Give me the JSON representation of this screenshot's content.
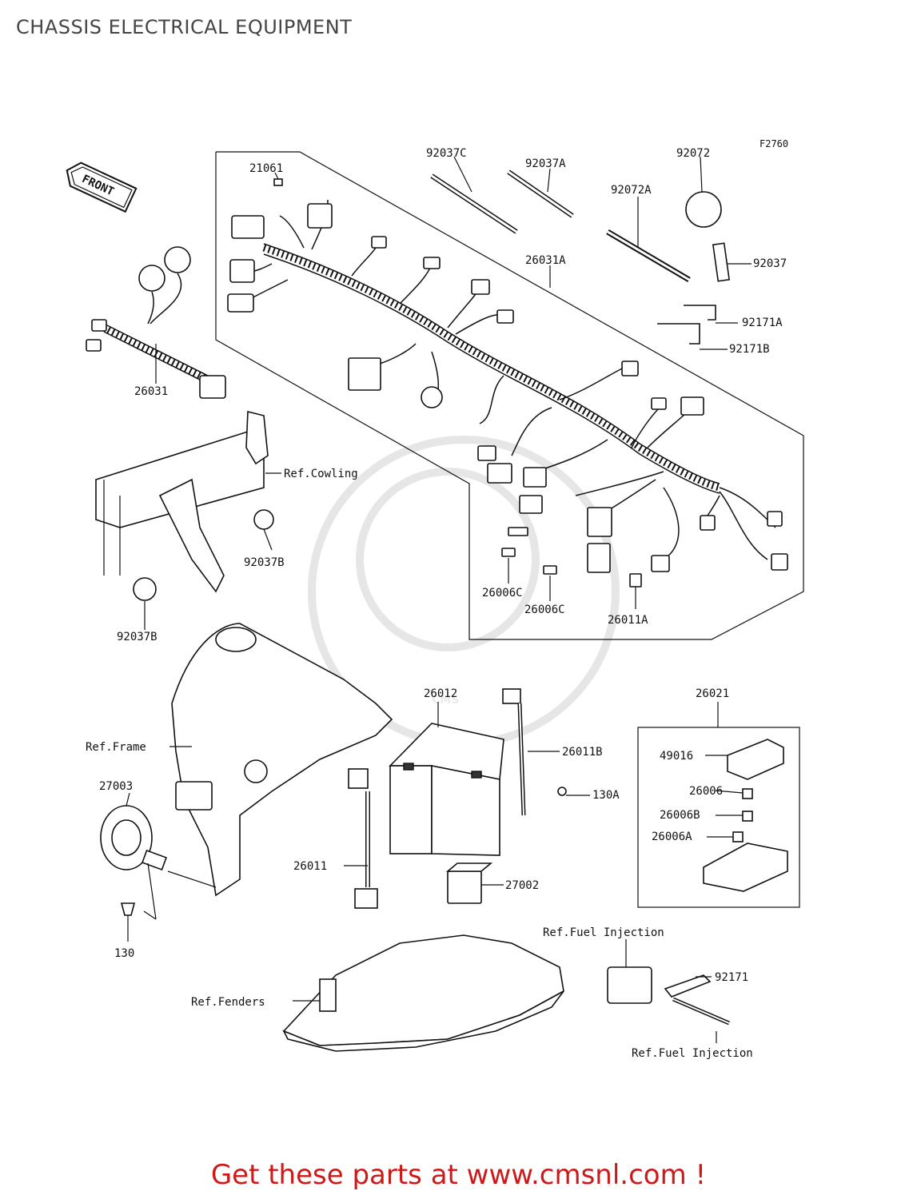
{
  "page": {
    "title": "CHASSIS ELECTRICAL EQUIPMENT",
    "figure_code": "F2760",
    "front_label": "FRONT",
    "watermark": "CMS",
    "cta": "Get these parts at www.cmsnl.com !",
    "accent_color": "#cc1a1a"
  },
  "labels": {
    "p21061": "21061",
    "p92037C": "92037C",
    "p92037A": "92037A",
    "p92072": "92072",
    "p92072A": "92072A",
    "p92037": "92037",
    "p26031A": "26031A",
    "p92171A": "92171A",
    "p92171B": "92171B",
    "p26031": "26031",
    "ref_cowling": "Ref.Cowling",
    "p92037B_1": "92037B",
    "p92037B_2": "92037B",
    "p26006C_1": "26006C",
    "p26006C_2": "26006C",
    "p26011A": "26011A",
    "p26012": "26012",
    "p26021": "26021",
    "p26011B": "26011B",
    "p49016": "49016",
    "p130A": "130A",
    "p26006": "26006",
    "p26006B": "26006B",
    "p26006A": "26006A",
    "ref_frame": "Ref.Frame",
    "p27003": "27003",
    "p26011": "26011",
    "p27002": "27002",
    "p130": "130",
    "ref_fuel_1": "Ref.Fuel Injection",
    "p92171": "92171",
    "ref_fenders": "Ref.Fenders",
    "ref_fuel_2": "Ref.Fuel Injection"
  }
}
